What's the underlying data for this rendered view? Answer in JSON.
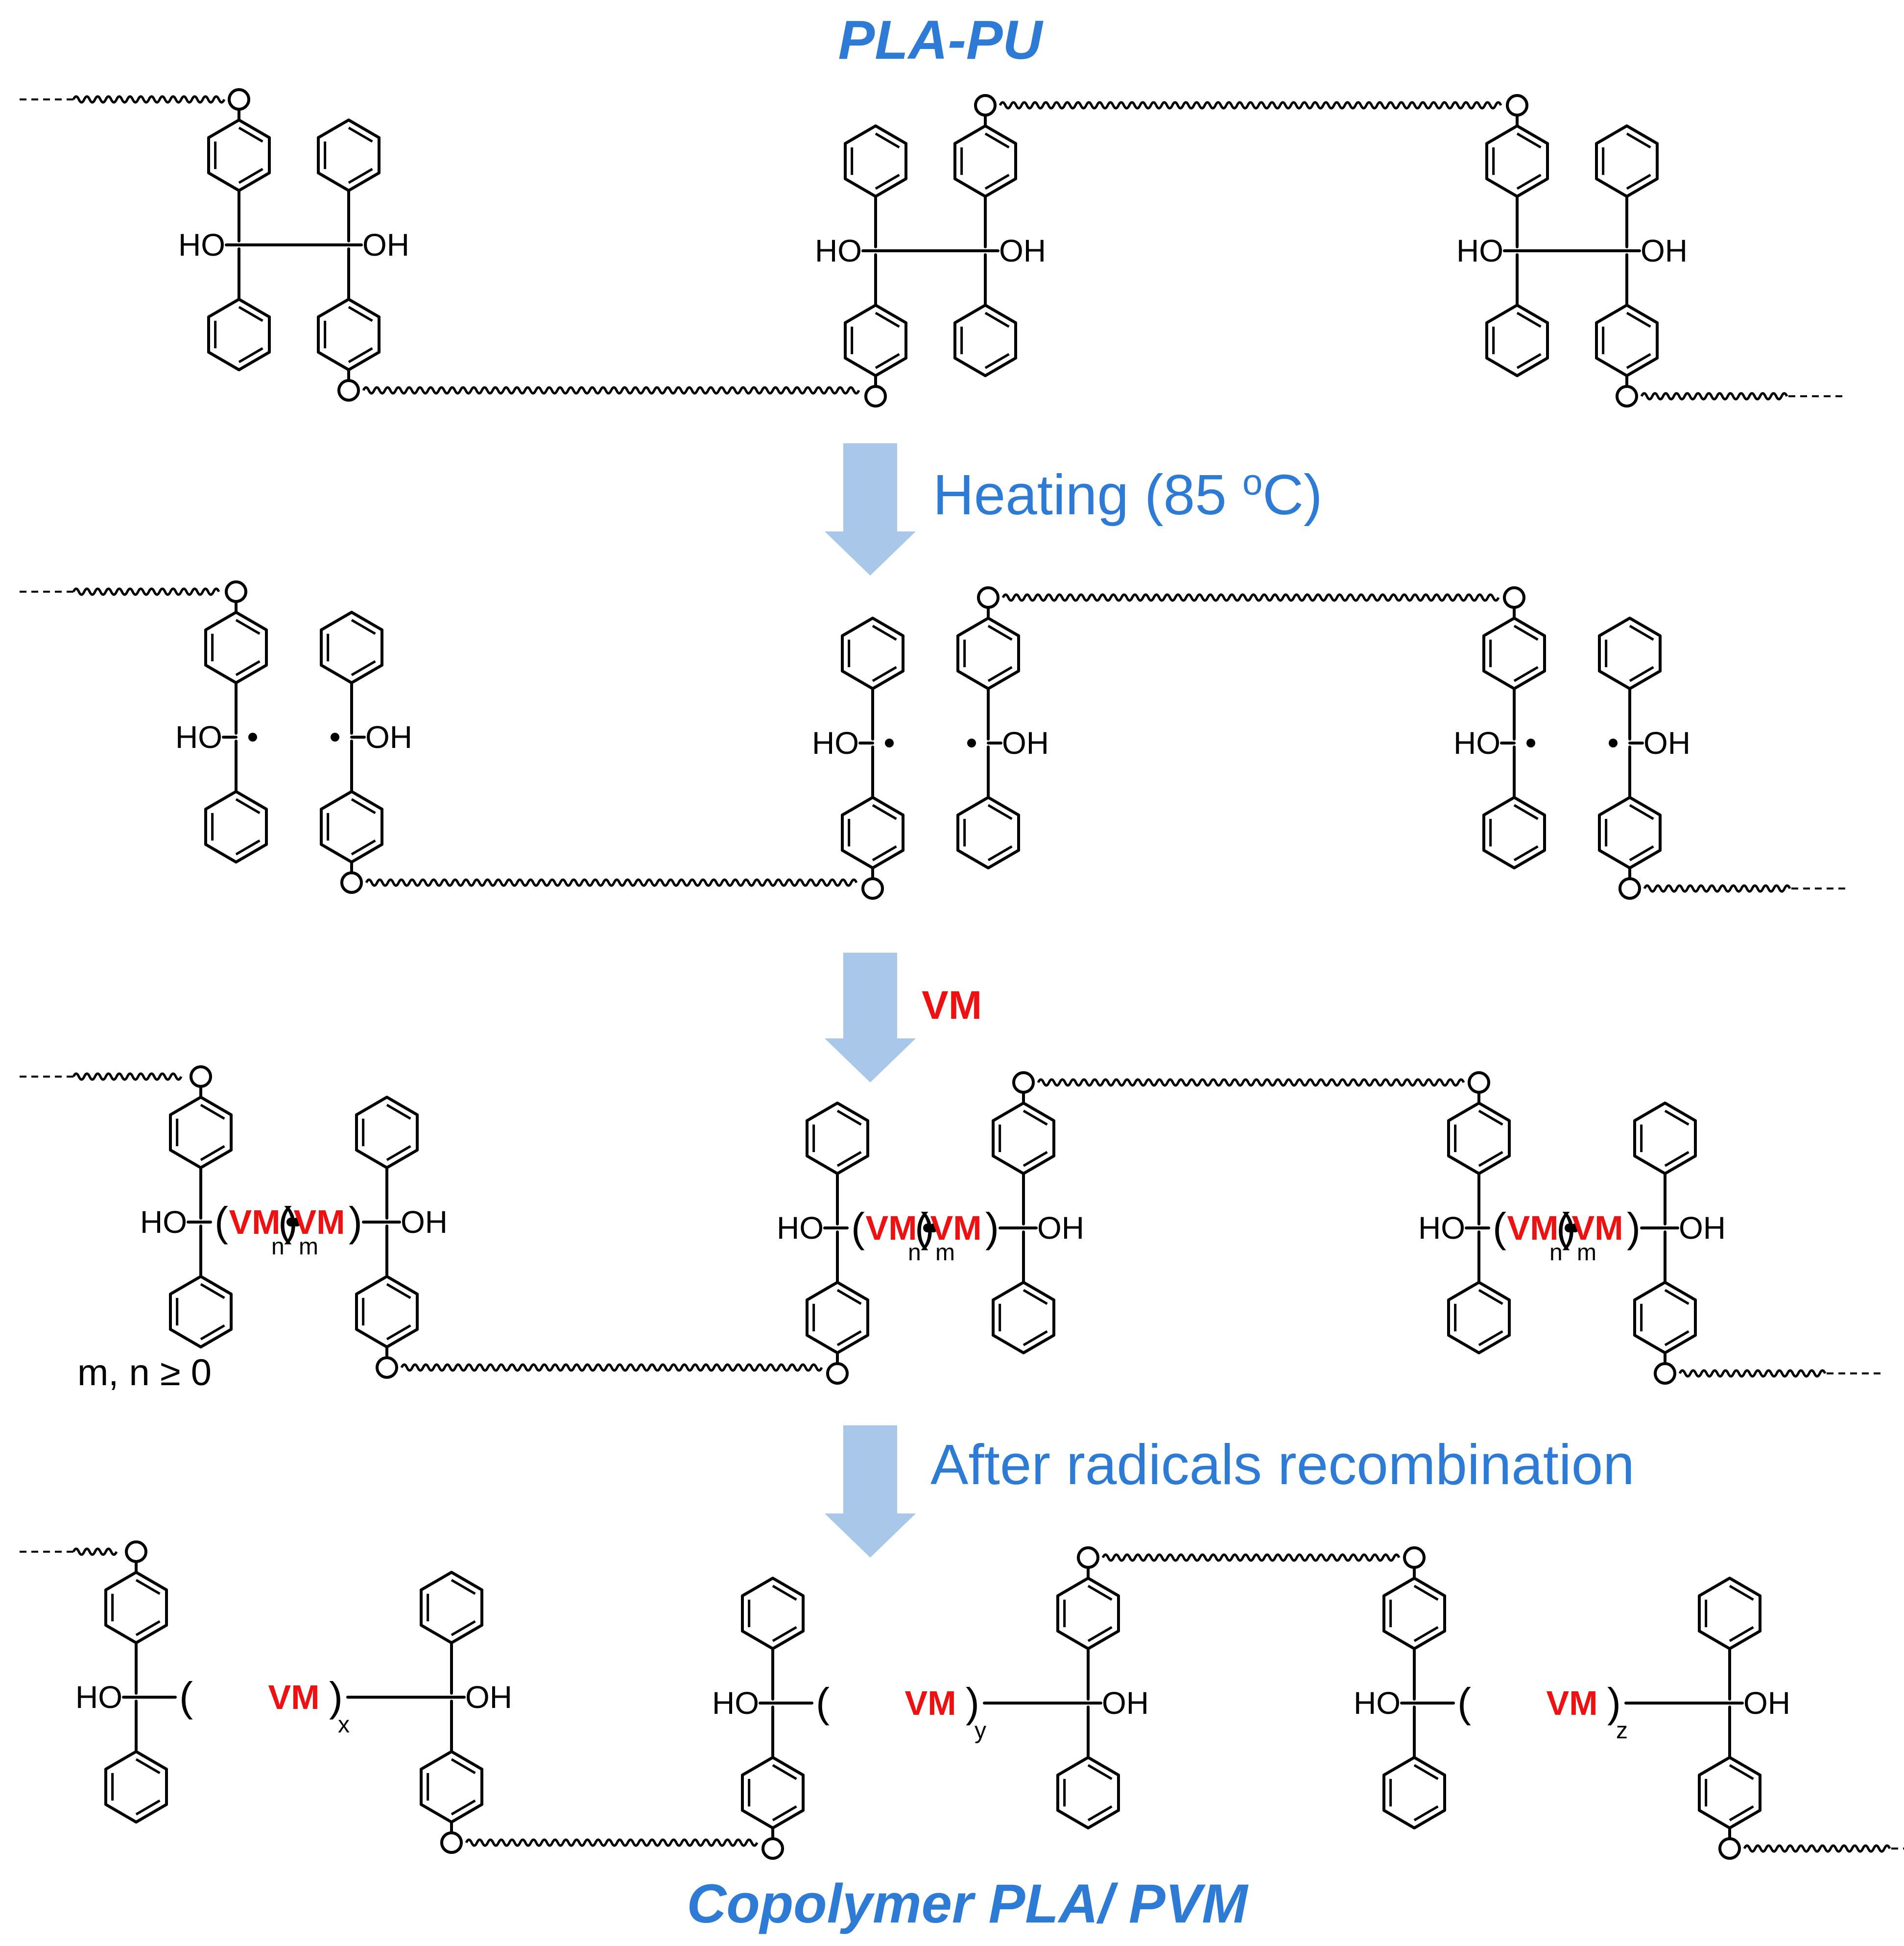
{
  "title_top": "PLA-PU",
  "title_bottom": "Copolymer PLA/ PVM",
  "steps": {
    "heating": "Heating (85 ",
    "heating_sup": "o",
    "heating_end": "C)",
    "vm": "VM",
    "recombination": "After radicals recombination"
  },
  "labels": {
    "ho": "HO",
    "oh": "OH",
    "vm": "VM",
    "m": "m",
    "n": "n",
    "x": "x",
    "y": "y",
    "z": "z",
    "condition": "m, n ≥ 0"
  },
  "colors": {
    "title": "#2E7BD6",
    "vm": "#EE1111",
    "arrow": "#A9C7E8"
  }
}
